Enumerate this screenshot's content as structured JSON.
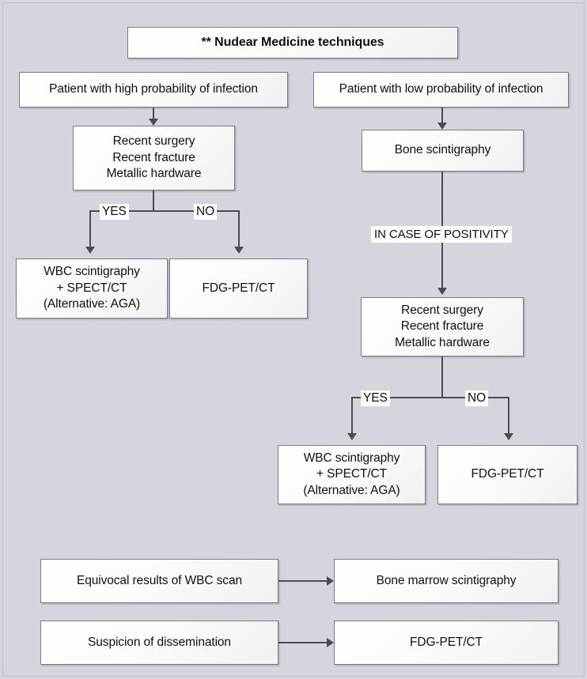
{
  "diagram": {
    "title": "** Nudear Medicine techniques",
    "background_color": "#d6d4dd",
    "box_border_color": "#7c7c84",
    "connector_color": "#4b4b52"
  },
  "nodes": {
    "title": "** Nudear Medicine techniques",
    "high_prob": "Patient with high probability of infection",
    "low_prob": "Patient with low probability of infection",
    "risk_left": "Recent surgery\nRecent fracture\nMetallic hardware",
    "bone_scintigraphy": "Bone scintigraphy",
    "wbc_left": "WBC scintigraphy\n+ SPECT/CT\n(Alternative: AGA)",
    "fdg_left": "FDG-PET/CT",
    "risk_right": "Recent surgery\nRecent fracture\nMetallic hardware",
    "wbc_right": "WBC scintigraphy\n+ SPECT/CT\n(Alternative: AGA)",
    "fdg_right": "FDG-PET/CT",
    "equivocal": "Equivocal results of WBC scan",
    "bone_marrow": "Bone marrow scintigraphy",
    "suspicion": "Suspicion of dissemination",
    "fdg_bottom": "FDG-PET/CT"
  },
  "edge_labels": {
    "yes_left": "YES",
    "no_left": "NO",
    "positivity": "IN CASE OF POSITIVITY",
    "yes_right": "YES",
    "no_right": "NO"
  }
}
